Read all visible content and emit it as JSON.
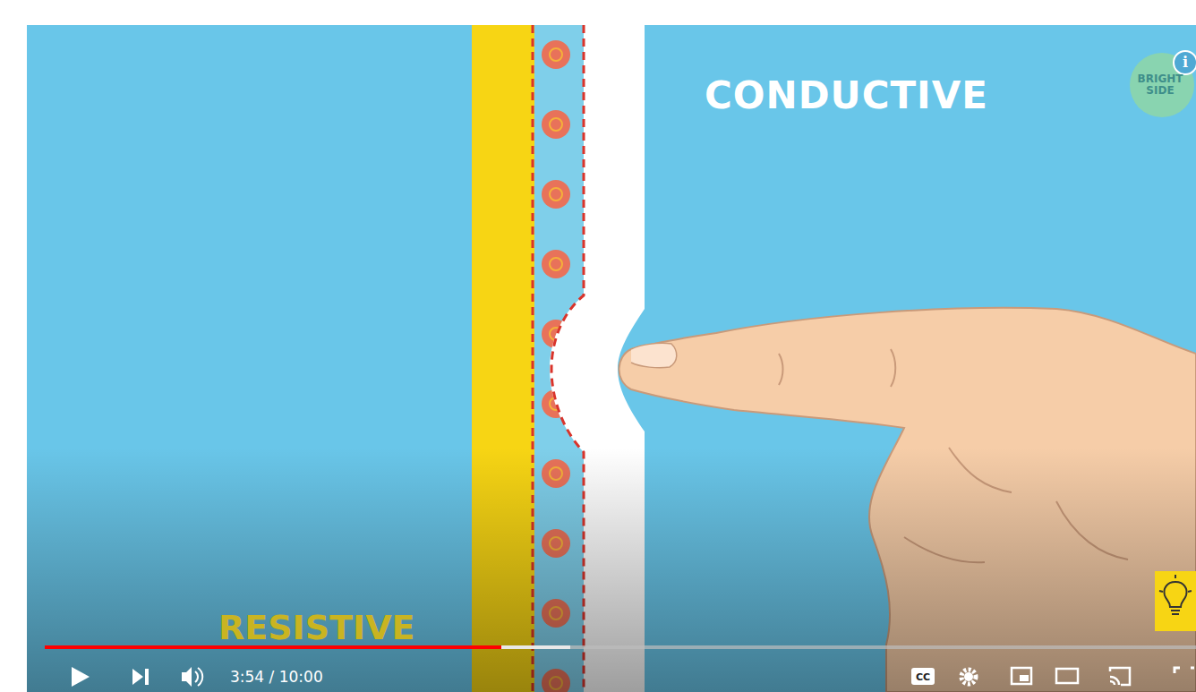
{
  "diagram": {
    "labels": [
      "CONDUCTIVE",
      "RESISTIVE",
      "BRIGHT SIDE",
      "i",
      "3:54 / 10:00",
      "CC"
    ]
  }
}
